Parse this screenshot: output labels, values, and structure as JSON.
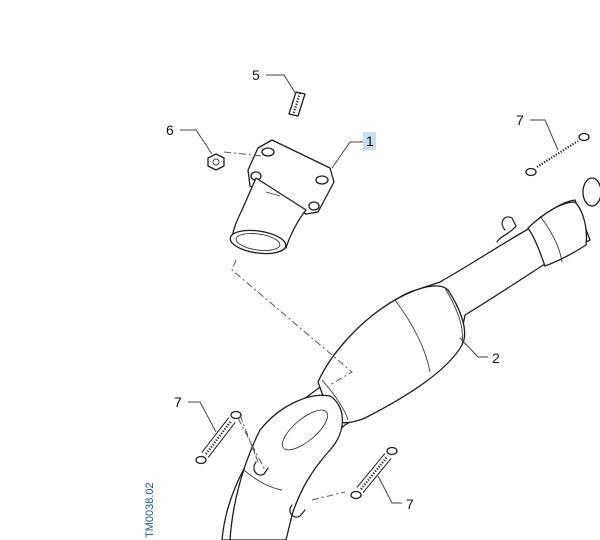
{
  "diagram": {
    "drawing_ref": "TM0038.02",
    "callouts": {
      "c1": "1",
      "c2": "2",
      "c5": "5",
      "c6": "6",
      "c7_top": "7",
      "c7_left": "7",
      "c7_bottom": "7"
    },
    "highlight_color": "#c9dff0",
    "ref_color": "#1a56a6"
  }
}
